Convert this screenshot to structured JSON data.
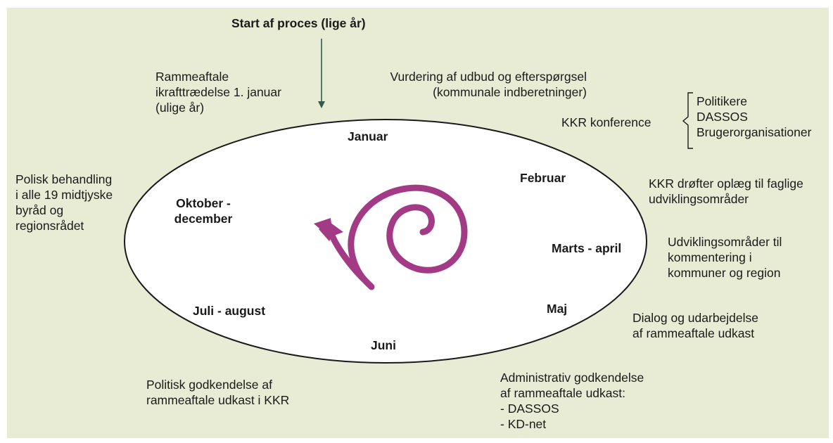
{
  "start": "Start af proces (lige år)",
  "ikraft": [
    "Rammeaftale",
    "ikrafttrædelse 1. januar",
    "(ulige år)"
  ],
  "vurdering": [
    "Vurdering af udbud og efterspørgsel",
    "(kommunale indberetninger)"
  ],
  "kkr_konference": "KKR konference",
  "konference_participants": [
    "Politikere",
    "DASSOS",
    "Brugerorganisationer"
  ],
  "months": {
    "januar": "Januar",
    "februar": "Februar",
    "marts": "Marts - april",
    "maj": "Maj",
    "juni": "Juni",
    "juli": "Juli - august",
    "oktober": [
      "Oktober -",
      "december"
    ]
  },
  "polisk": [
    "Polisk behandling",
    "i alle 19 midtjyske",
    "byråd og",
    "regionsrådet"
  ],
  "kkr_droefter": [
    "KKR drøfter oplæg til faglige",
    "udviklingsområder"
  ],
  "udviklingsomraader": [
    "Udviklingsområder til",
    "kommentering i",
    "kommuner og region"
  ],
  "dialog": [
    "Dialog og udarbejdelse",
    "af rammeaftale udkast"
  ],
  "administrativ": [
    "Administrativ godkendelse",
    "af rammeaftale udkast:",
    "-   DASSOS",
    "-   KD-net"
  ],
  "politisk_godkendelse": [
    "Politisk godkendelse af",
    "rammeaftale udkast i KKR"
  ],
  "colors": {
    "background": "#e9ecd5",
    "ellipse": "#ffffff",
    "arrow": "#35594a",
    "spiral": "#a23a85"
  }
}
